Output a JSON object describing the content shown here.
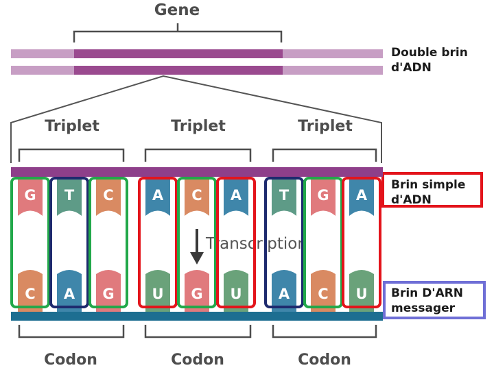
{
  "gene_label": "Gene",
  "dna_double_label_line1": "Double brin",
  "dna_double_label_line2": "d'ADN",
  "triplet_label": "Triplet",
  "dna_single_label_line1": "Brin simple",
  "dna_single_label_line2": "d'ADN",
  "mrna_label_line1": "Brin D'ARN",
  "mrna_label_line2": "messager",
  "transcription_label": "Transcription",
  "codon_label": "Codon",
  "dna_bases": [
    "G",
    "T",
    "C",
    "A",
    "C",
    "A",
    "T",
    "G",
    "A"
  ],
  "rna_bases": [
    "C",
    "A",
    "G",
    "U",
    "G",
    "U",
    "A",
    "C",
    "U"
  ],
  "colors": {
    "G": "#e07a7d",
    "T": "#5e9b87",
    "C": "#d98a62",
    "A": "#3f86aa",
    "U": "#6aa27a",
    "dna_strand": "#8e3f8a",
    "rna_strand": "#1d6e91",
    "gene_segment": "#9a4a8f",
    "flank": "#c79ec4",
    "green_box": "#22a84a",
    "navy_box": "#1e2a6e",
    "red_box": "#e3141b",
    "blue_box": "#6f6fd6"
  },
  "box_groups": [
    "green",
    "navy",
    "green",
    "red",
    "green",
    "red",
    "navy",
    "green",
    "red"
  ]
}
